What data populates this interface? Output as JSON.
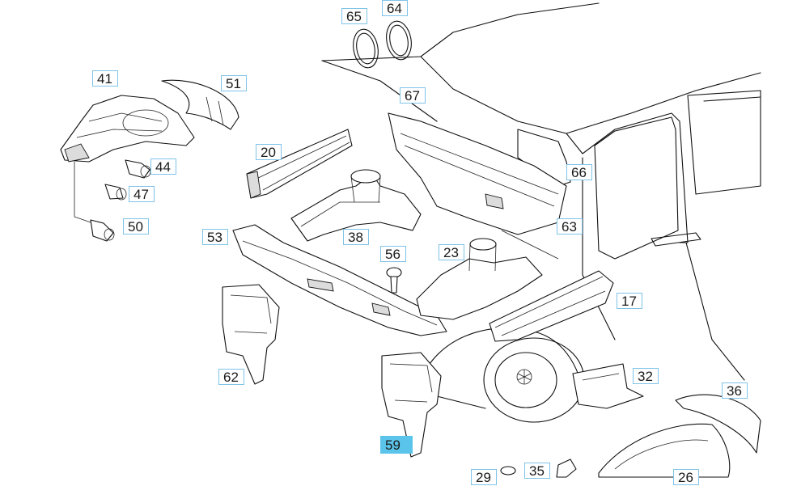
{
  "diagram": {
    "callouts": [
      {
        "id": "65",
        "label": "65"
      },
      {
        "id": "64",
        "label": "64"
      },
      {
        "id": "41",
        "label": "41"
      },
      {
        "id": "51",
        "label": "51"
      },
      {
        "id": "67",
        "label": "67"
      },
      {
        "id": "20",
        "label": "20"
      },
      {
        "id": "44",
        "label": "44"
      },
      {
        "id": "47",
        "label": "47"
      },
      {
        "id": "66",
        "label": "66"
      },
      {
        "id": "50",
        "label": "50"
      },
      {
        "id": "63",
        "label": "63"
      },
      {
        "id": "53",
        "label": "53"
      },
      {
        "id": "38",
        "label": "38"
      },
      {
        "id": "56",
        "label": "56"
      },
      {
        "id": "23",
        "label": "23"
      },
      {
        "id": "17",
        "label": "17"
      },
      {
        "id": "62",
        "label": "62"
      },
      {
        "id": "32",
        "label": "32"
      },
      {
        "id": "36",
        "label": "36"
      },
      {
        "id": "59",
        "label": "59",
        "highlighted": true
      },
      {
        "id": "29",
        "label": "29"
      },
      {
        "id": "35",
        "label": "35"
      },
      {
        "id": "26",
        "label": "26"
      }
    ],
    "highlight_color": "#5bc4ea",
    "callout_border_color": "#7fc3e8"
  }
}
